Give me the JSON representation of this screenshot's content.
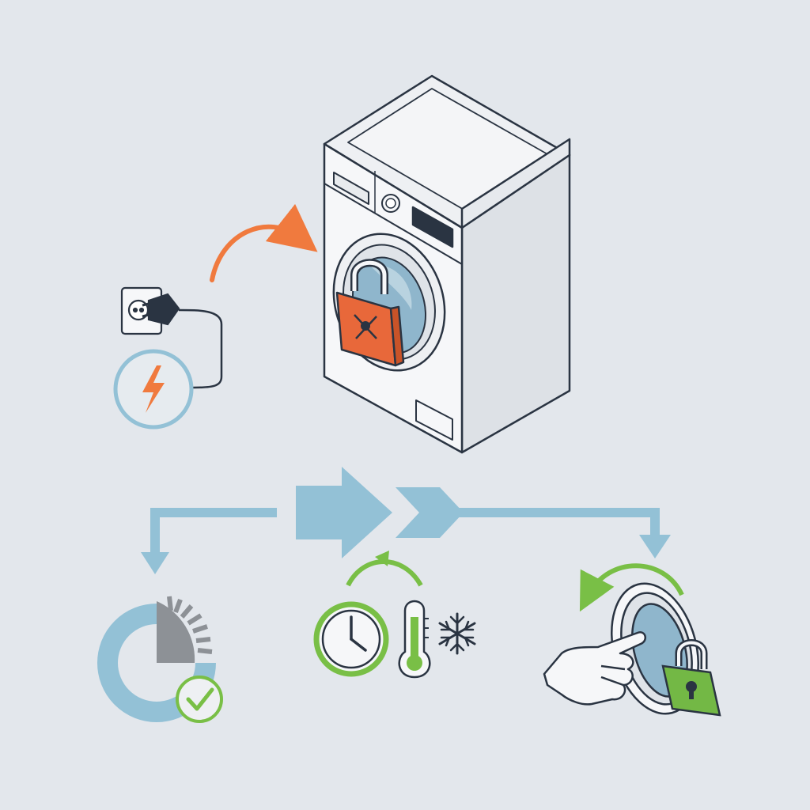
{
  "colors": {
    "background": "#e3e7ec",
    "outline": "#2a3442",
    "machine_front": "#f6f7f9",
    "machine_side": "#dde1e6",
    "machine_top": "#eef0f3",
    "flow_blue": "#93c1d6",
    "accent_orange": "#f07a3e",
    "lock_orange": "#e8683a",
    "accent_green": "#79bf46",
    "lock_green": "#73b845",
    "progress_gray": "#8d9196",
    "glass_blue": "#8fb6cc"
  },
  "scene": {
    "machine": {
      "icon": "washing-machine-icon"
    },
    "door_lock": {
      "icon": "padlock-locked-icon",
      "state": "locked"
    },
    "power": {
      "icons": [
        "wall-socket-icon",
        "power-plug-icon",
        "lightning-bolt-icon"
      ]
    },
    "flow": {
      "icons": [
        "arrow-icon",
        "double-chevron-icon"
      ]
    },
    "steps": [
      {
        "id": "cycle-complete",
        "icons": [
          "progress-ring-icon",
          "checkmark-icon"
        ],
        "progress": 0.75
      },
      {
        "id": "wait-time-temperature",
        "icons": [
          "clock-icon",
          "thermometer-icon",
          "snowflake-icon"
        ]
      },
      {
        "id": "door-unlock",
        "icons": [
          "hand-pointer-icon",
          "door-icon",
          "padlock-icon"
        ]
      }
    ]
  }
}
